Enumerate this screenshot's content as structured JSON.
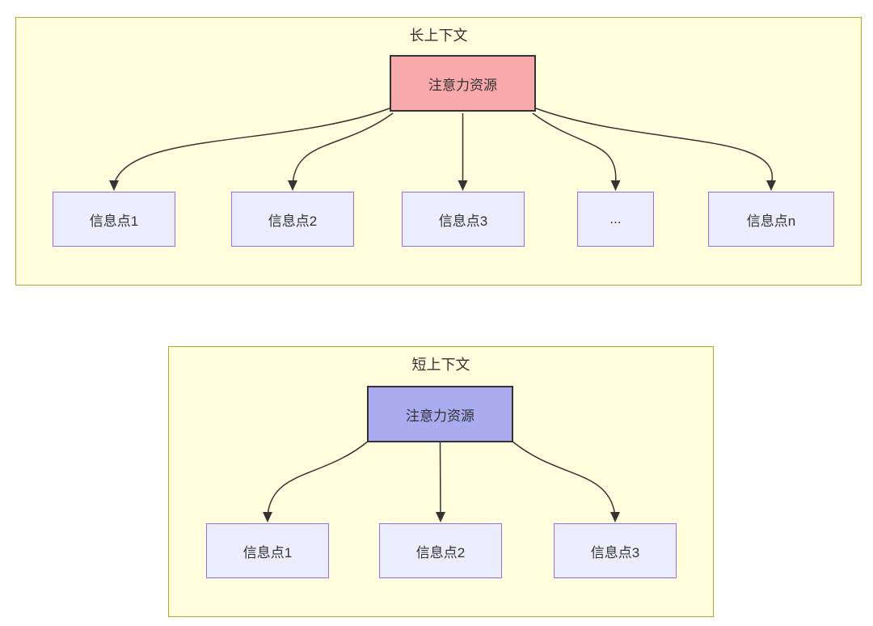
{
  "colors": {
    "cluster_fill": "#ffffde",
    "cluster_border": "#aaaa33",
    "info_node_fill": "#ececff",
    "info_node_border": "#9370db",
    "attention_long_fill": "#f9a8ac",
    "attention_short_fill": "#aaaaee",
    "attention_border": "#333333",
    "arrow": "#333333",
    "text": "#333333"
  },
  "long_context": {
    "title": "长上下文",
    "attention_node": {
      "label": "注意力资源",
      "fill": "#f9a8ac"
    },
    "info_nodes": [
      {
        "label": "信息点1"
      },
      {
        "label": "信息点2"
      },
      {
        "label": "信息点3"
      },
      {
        "label": "..."
      },
      {
        "label": "信息点n"
      }
    ]
  },
  "short_context": {
    "title": "短上下文",
    "attention_node": {
      "label": "注意力资源",
      "fill": "#aaaaee"
    },
    "info_nodes": [
      {
        "label": "信息点1"
      },
      {
        "label": "信息点2"
      },
      {
        "label": "信息点3"
      }
    ]
  }
}
